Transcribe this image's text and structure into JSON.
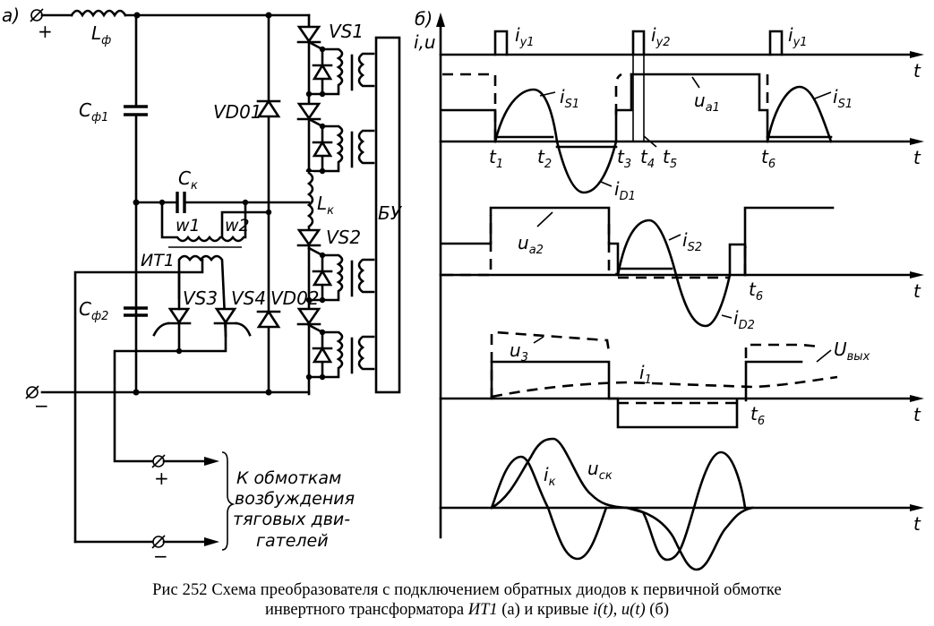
{
  "figure": {
    "part_a_label": "а)",
    "part_b_label": "б)"
  },
  "circuit": {
    "terminal_plus": "+",
    "terminal_minus": "−",
    "components": {
      "L_filter": {
        "name": "L",
        "sub": "ф"
      },
      "C_filter1": {
        "name": "C",
        "sub": "ф1"
      },
      "C_filter2": {
        "name": "C",
        "sub": "ф2"
      },
      "C_k": {
        "name": "C",
        "sub": "к"
      },
      "L_k": {
        "name": "L",
        "sub": "к"
      },
      "VD01": "VD01",
      "VD02": "VD02",
      "VS1": "VS1",
      "VS2": "VS2",
      "VS3": "VS3",
      "VS4": "VS4",
      "IT1": "ИТ1",
      "w1": "w1",
      "w2": "w2",
      "control_block": "БУ"
    },
    "output_plus": "+",
    "output_minus": "−",
    "output_note": [
      "К обмоткам",
      "возбуждения",
      "тяговых дви-",
      "гателей"
    ]
  },
  "chart_data": {
    "type": "line",
    "title": "Кривые i(t), u(t)",
    "ylabel": "i,u",
    "xlabel": "t",
    "time_markers": [
      "t1",
      "t2",
      "t3",
      "t4",
      "t5",
      "t6"
    ],
    "panels": [
      {
        "id": "control_pulses",
        "series": [
          {
            "name": "iу1",
            "label": "i",
            "sub": "у1",
            "pulses_at": [
              "t1-",
              "t6-"
            ]
          },
          {
            "name": "iу2",
            "label": "i",
            "sub": "у2",
            "pulses_at": [
              "t4"
            ]
          }
        ],
        "xlabel": "t"
      },
      {
        "id": "thyristor_VS1",
        "series": [
          {
            "name": "uа1",
            "label": "u",
            "sub": "а1",
            "style": "solid step"
          },
          {
            "name": "iS1",
            "label": "i",
            "sub": "S1",
            "style": "half-sine",
            "intervals": [
              [
                "t1",
                "t2"
              ],
              [
                "t6",
                null
              ]
            ]
          },
          {
            "name": "iD1",
            "label": "i",
            "sub": "D1",
            "style": "negative half-sine",
            "intervals": [
              [
                "t2",
                "t3"
              ]
            ]
          }
        ],
        "time_labels": [
          "t1",
          "t2",
          "t3",
          "t4",
          "t5",
          "t6"
        ],
        "xlabel": "t"
      },
      {
        "id": "thyristor_VS2",
        "series": [
          {
            "name": "uа2",
            "label": "u",
            "sub": "а2",
            "style": "solid step"
          },
          {
            "name": "iS2",
            "label": "i",
            "sub": "S2",
            "style": "half-sine"
          },
          {
            "name": "iD2",
            "label": "i",
            "sub": "D2",
            "style": "negative half-sine"
          }
        ],
        "time_labels": [
          "t6"
        ],
        "xlabel": "t"
      },
      {
        "id": "output",
        "series": [
          {
            "name": "u3",
            "label": "u",
            "sub": "3",
            "style": "dashed"
          },
          {
            "name": "i1",
            "label": "i",
            "sub": "1",
            "style": "dashed"
          },
          {
            "name": "Uвых",
            "label": "U",
            "sub": "вых",
            "style": "solid step"
          }
        ],
        "time_labels": [
          "t6"
        ],
        "xlabel": "t"
      },
      {
        "id": "commutation",
        "series": [
          {
            "name": "iк",
            "label": "i",
            "sub": "к",
            "style": "oscillation"
          },
          {
            "name": "uск",
            "label": "u",
            "sub": "ск",
            "style": "oscillation"
          }
        ],
        "xlabel": "t"
      }
    ]
  },
  "caption": {
    "prefix": "Рис  252  Схема преобразователя с подключением обратных диодов к первичной обмотке",
    "line2_a": "инвертного трансформатора ",
    "it1": "ИТ1",
    "line2_b": " (а) и кривые ",
    "it": "i(t)",
    "comma": ", ",
    "ut": "u(t)",
    "line2_c": " (б)"
  }
}
